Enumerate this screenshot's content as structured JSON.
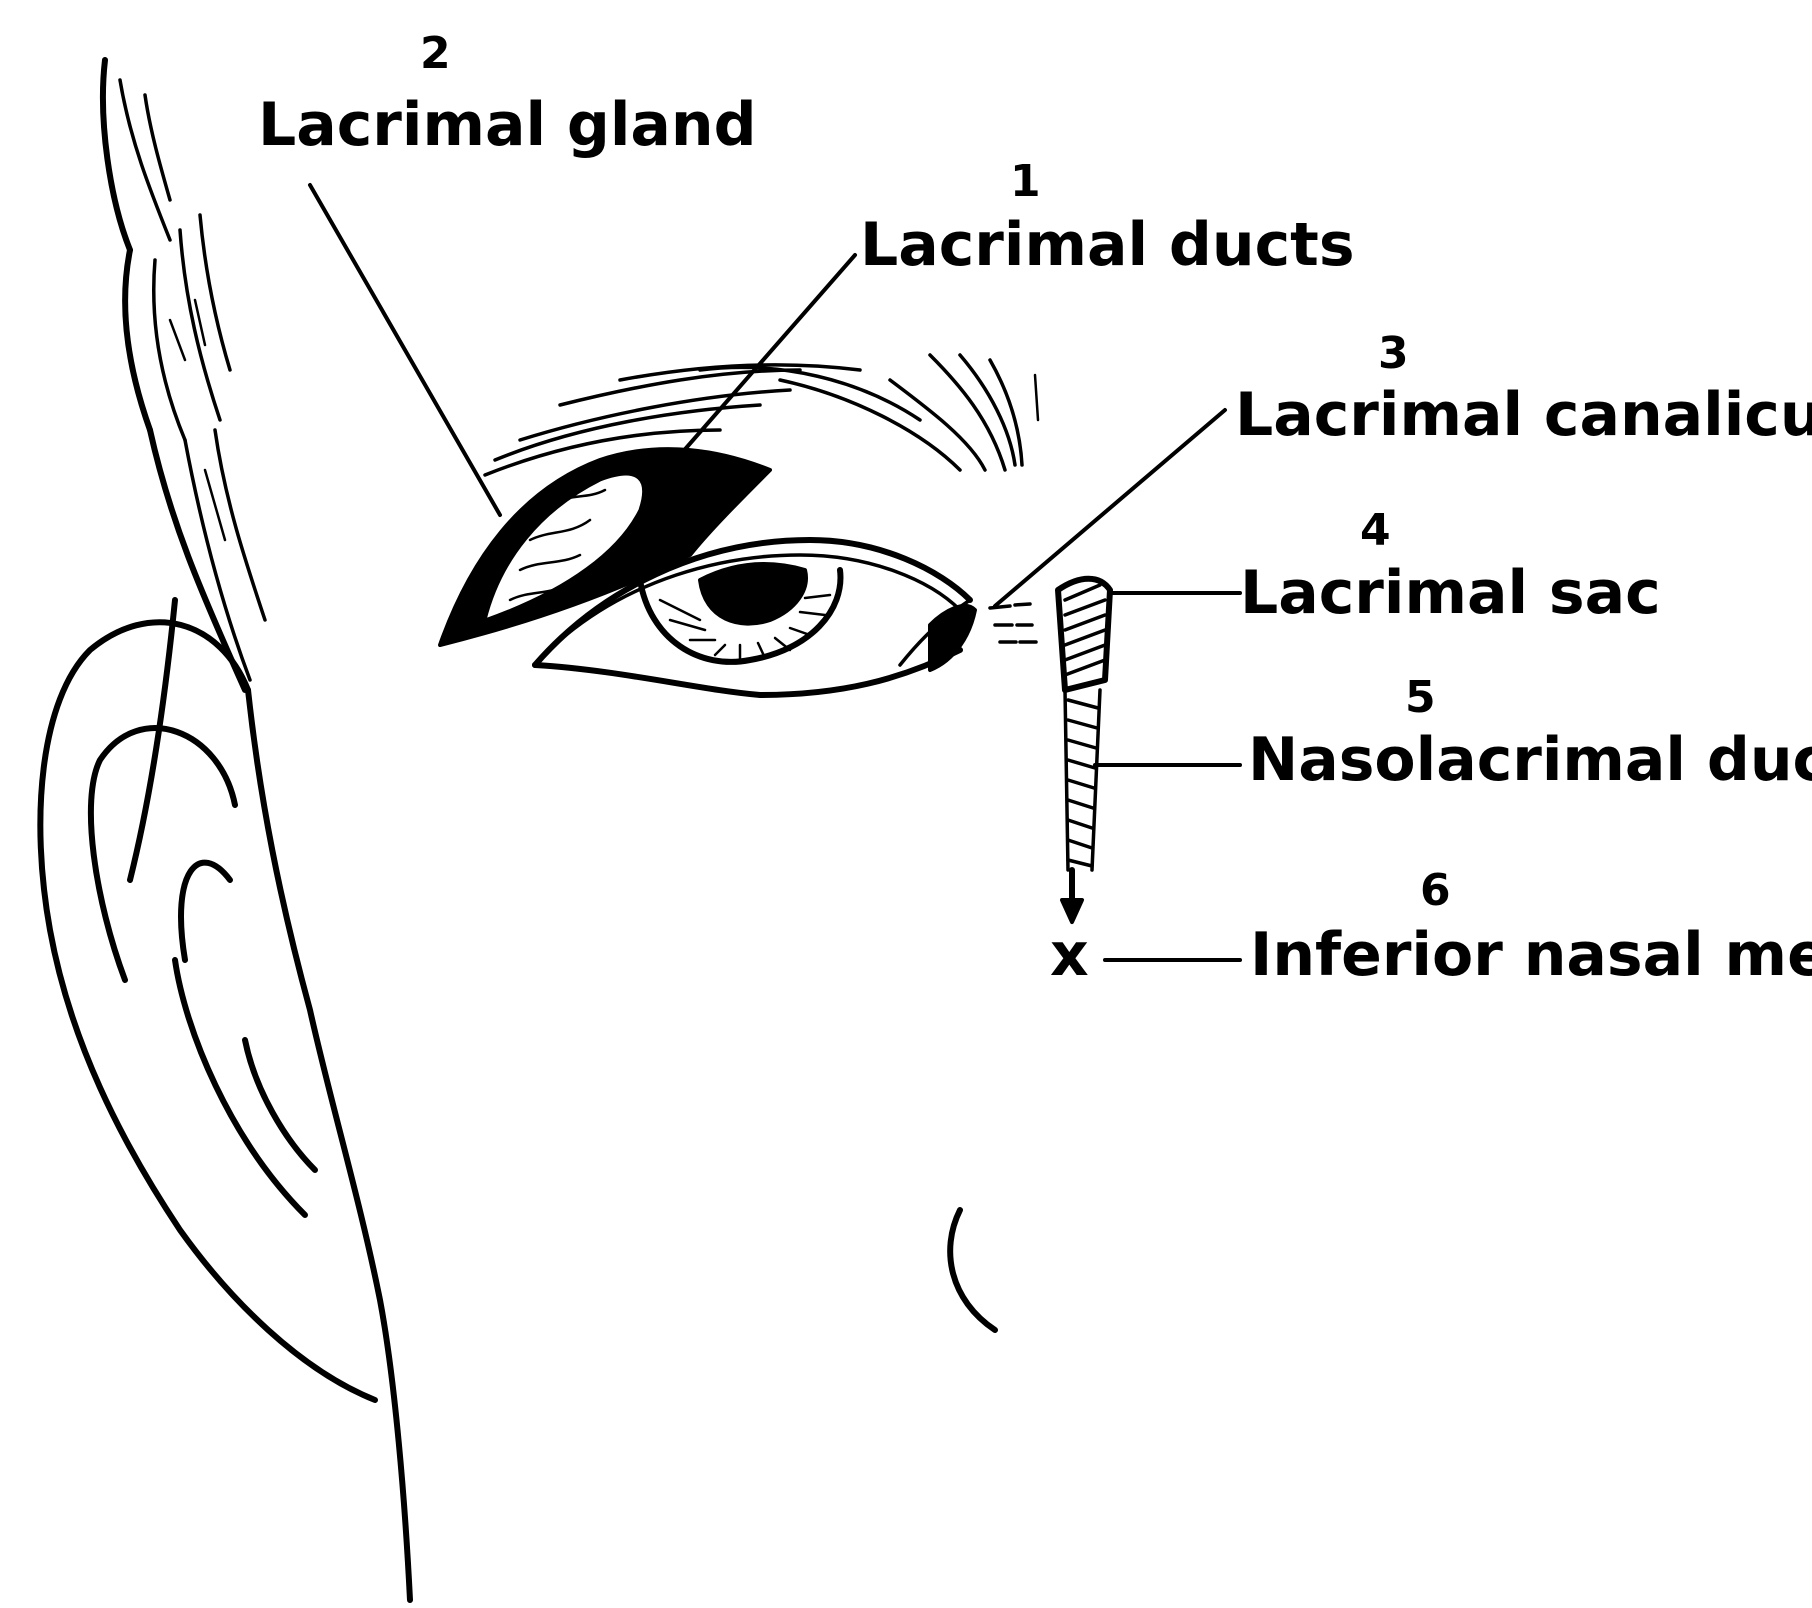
{
  "labels": {
    "lacrimal_gland": "Lacrimal gland",
    "lacrimal_ducts": "Lacrimal ducts",
    "lacrimal_canaliculus": "Lacrimal canaliculus",
    "lacrimal_sac": "Lacrimal sac",
    "nasolacrimal_duct": "Nasolacrimal duct",
    "inferior_nasal_meatus": "Inferior nasal meatus"
  },
  "markers": {
    "x_mark": "x",
    "order_2": "2",
    "order_1": "1",
    "order_3": "3",
    "order_4": "4",
    "order_5": "5",
    "order_6": "6"
  },
  "colors": {
    "ink": "#000000",
    "background": "#ffffff"
  }
}
